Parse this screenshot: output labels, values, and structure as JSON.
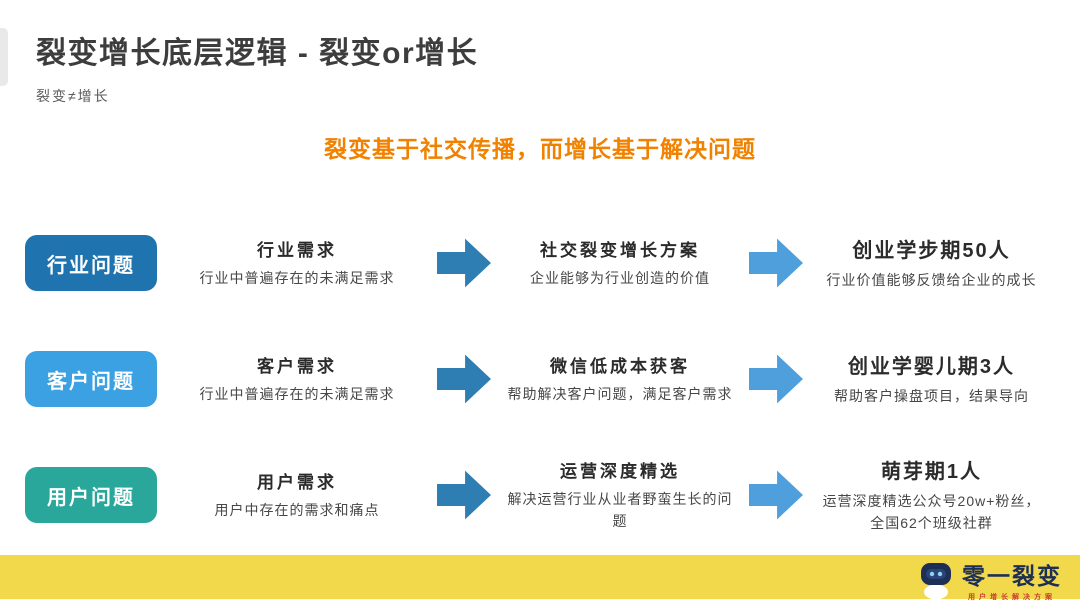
{
  "page": {
    "title": "裂变增长底层逻辑 - 裂变or增长",
    "subtitle": "裂变≠增长",
    "headline": "裂变基于社交传播，而增长基于解决问题"
  },
  "colors": {
    "headline_orange": "#F08200",
    "arrow_left": "#2F7EB3",
    "arrow_right": "#4E9FDC",
    "footer_yellow": "#F2D94B",
    "label_industry": "#1F73AE",
    "label_customer": "#3BA1E3",
    "label_user": "#29A79B"
  },
  "rows": [
    {
      "label": "行业问题",
      "label_color": "#1F73AE",
      "stage1": {
        "heading": "行业需求",
        "desc": "行业中普遍存在的未满足需求"
      },
      "stage2": {
        "heading": "社交裂变增长方案",
        "desc": "企业能够为行业创造的价值"
      },
      "stage3": {
        "heading": "创业学步期50人",
        "desc": "行业价值能够反馈给企业的成长"
      }
    },
    {
      "label": "客户问题",
      "label_color": "#3BA1E3",
      "stage1": {
        "heading": "客户需求",
        "desc": "行业中普遍存在的未满足需求"
      },
      "stage2": {
        "heading": "微信低成本获客",
        "desc": "帮助解决客户问题，满足客户需求"
      },
      "stage3": {
        "heading": "创业学婴儿期3人",
        "desc": "帮助客户操盘项目，结果导向"
      }
    },
    {
      "label": "用户问题",
      "label_color": "#29A79B",
      "stage1": {
        "heading": "用户需求",
        "desc": "用户中存在的需求和痛点"
      },
      "stage2": {
        "heading": "运营深度精选",
        "desc": "解决运营行业从业者野蛮生长的问题"
      },
      "stage3": {
        "heading": "萌芽期1人",
        "desc": "运营深度精选公众号20w+粉丝，全国62个班级社群"
      }
    }
  ],
  "footer": {
    "logo_text": "零一裂变",
    "logo_tagline": "用户增长解决方案"
  }
}
